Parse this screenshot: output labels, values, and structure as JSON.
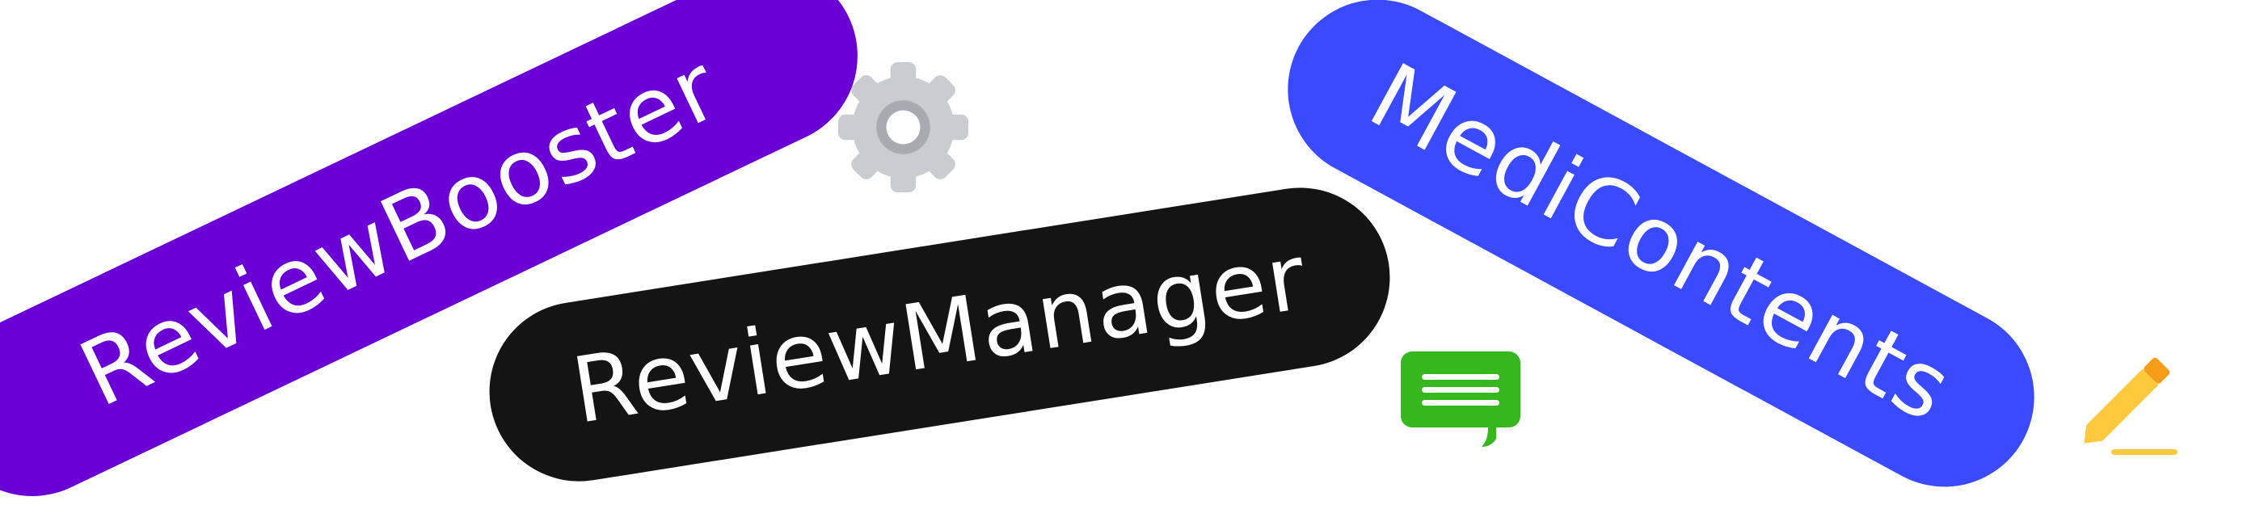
{
  "pills": {
    "purple": {
      "label": "ReviewBooster",
      "color": "#6a00d5"
    },
    "black": {
      "label": "ReviewManager",
      "color": "#141414"
    },
    "blue": {
      "label": "MediContents",
      "color": "#3a4bff"
    }
  },
  "icons": {
    "gear": {
      "name": "gear-icon",
      "color": "#c9ccd1",
      "accent": "#a7abb1"
    },
    "chat": {
      "name": "chat-bubble-icon",
      "color": "#35b71d"
    },
    "pencil": {
      "name": "pencil-icon",
      "color": "#ffc93d",
      "accent": "#f59d16"
    }
  }
}
